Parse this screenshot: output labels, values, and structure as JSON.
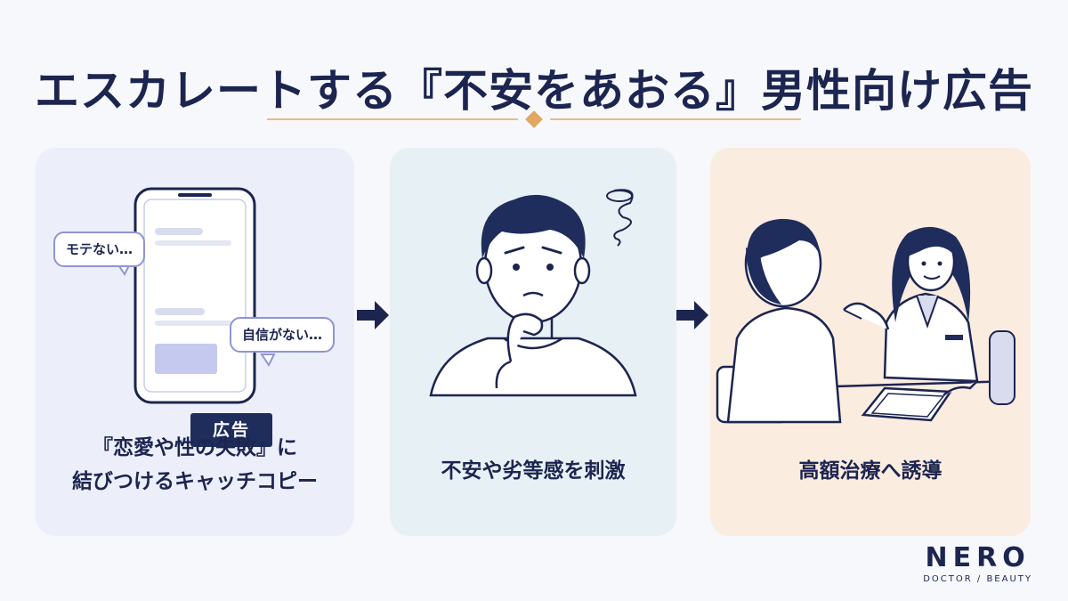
{
  "title": "エスカレートする『不安をあおる』男性向け広告",
  "cards": [
    {
      "caption_lines": [
        "『恋愛や性の失敗』に",
        "結びつけるキャッチコピー"
      ],
      "bubbles": [
        "モテない…",
        "自信がない…"
      ],
      "ad_label": "広告"
    },
    {
      "caption_lines": [
        "不安や劣等感を刺激"
      ]
    },
    {
      "caption_lines": [
        "高額治療へ誘導"
      ]
    }
  ],
  "logo": {
    "name": "NERO",
    "sub": "DOCTOR / BEAUTY"
  },
  "colors": {
    "navy": "#1c2550",
    "card1_bg": "#eceefa",
    "card2_bg": "#e7f0f5",
    "card3_bg": "#fbece0",
    "accent_gold": "#e0a860"
  }
}
